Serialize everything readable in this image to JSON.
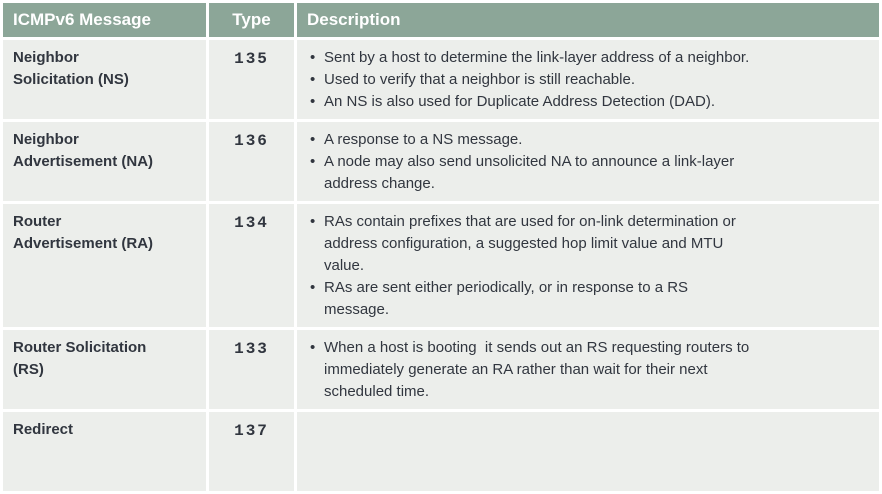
{
  "colors": {
    "header_bg": "#8CA698",
    "row_bg": "#ECEEEB",
    "header_text": "#FFFFFF",
    "body_text": "#31363F",
    "page_bg": "#FFFFFF"
  },
  "table": {
    "columns": [
      {
        "label": "ICMPv6 Message"
      },
      {
        "label": "Type"
      },
      {
        "label": "Description"
      }
    ],
    "rows": [
      {
        "message": "Neighbor\nSolicitation (NS)",
        "type": "135",
        "bullets": [
          "Sent by a host to determine the link-layer address of a neighbor.",
          "Used to verify that a neighbor is still reachable.",
          "An NS is also used for Duplicate Address Detection (DAD)."
        ]
      },
      {
        "message": "Neighbor\nAdvertisement (NA)",
        "type": "136",
        "bullets": [
          "A response to a NS message.",
          "A node may also send unsolicited NA to announce a link-layer\naddress change."
        ]
      },
      {
        "message": "Router\nAdvertisement (RA)",
        "type": "134",
        "bullets": [
          "RAs contain prefixes that are used for on-link determination or\naddress configuration, a suggested hop limit value and MTU\nvalue.",
          "RAs are sent either periodically, or in response to a RS\nmessage."
        ]
      },
      {
        "message": "Router Solicitation\n(RS)",
        "type": "133",
        "bullets": [
          "When a host is booting  it sends out an RS requesting routers to\nimmediately generate an RA rather than wait for their next\nscheduled time."
        ]
      },
      {
        "message": "Redirect",
        "type": "137",
        "bullets": []
      }
    ]
  }
}
